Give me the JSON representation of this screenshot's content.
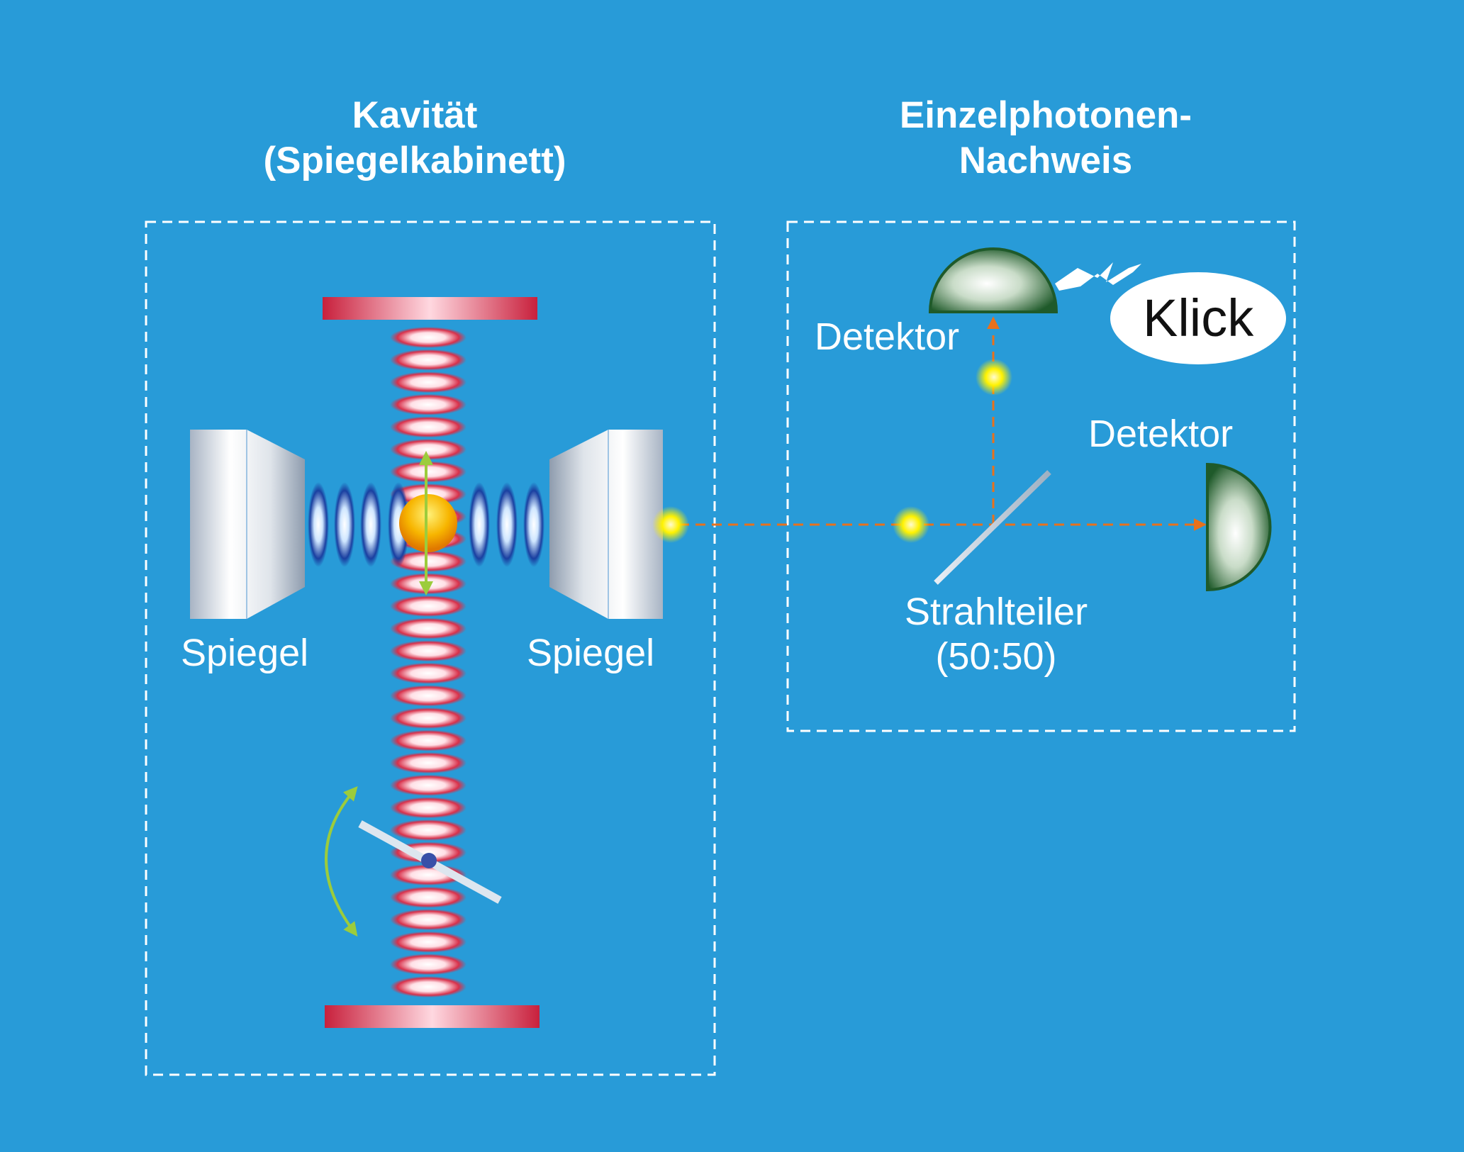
{
  "cavity": {
    "title_line1": "Kavität",
    "title_line2": "(Spiegelkabinett)",
    "mirror_left_label": "Spiegel",
    "mirror_right_label": "Spiegel"
  },
  "detection": {
    "title_line1": "Einzelphotonen-",
    "title_line2": "Nachweis",
    "detector_top_label": "Detektor",
    "detector_right_label": "Detektor",
    "beamsplitter_label_line1": "Strahlteiler",
    "beamsplitter_label_line2": "(50:50)",
    "click_text": "Klick"
  },
  "colors": {
    "background": "#289bd8",
    "dashed_frame": "#ffffff",
    "beam_dashes": "#e8711c",
    "photon": "#fff200",
    "atom": "#f5a000",
    "laser_red": "#d8304a",
    "cavity_blue": "#1a3fa0",
    "detector_green": "#1f5a2a",
    "motion_arrow": "#9ccc3c",
    "rotation_arrow": "#9ccc3c"
  }
}
